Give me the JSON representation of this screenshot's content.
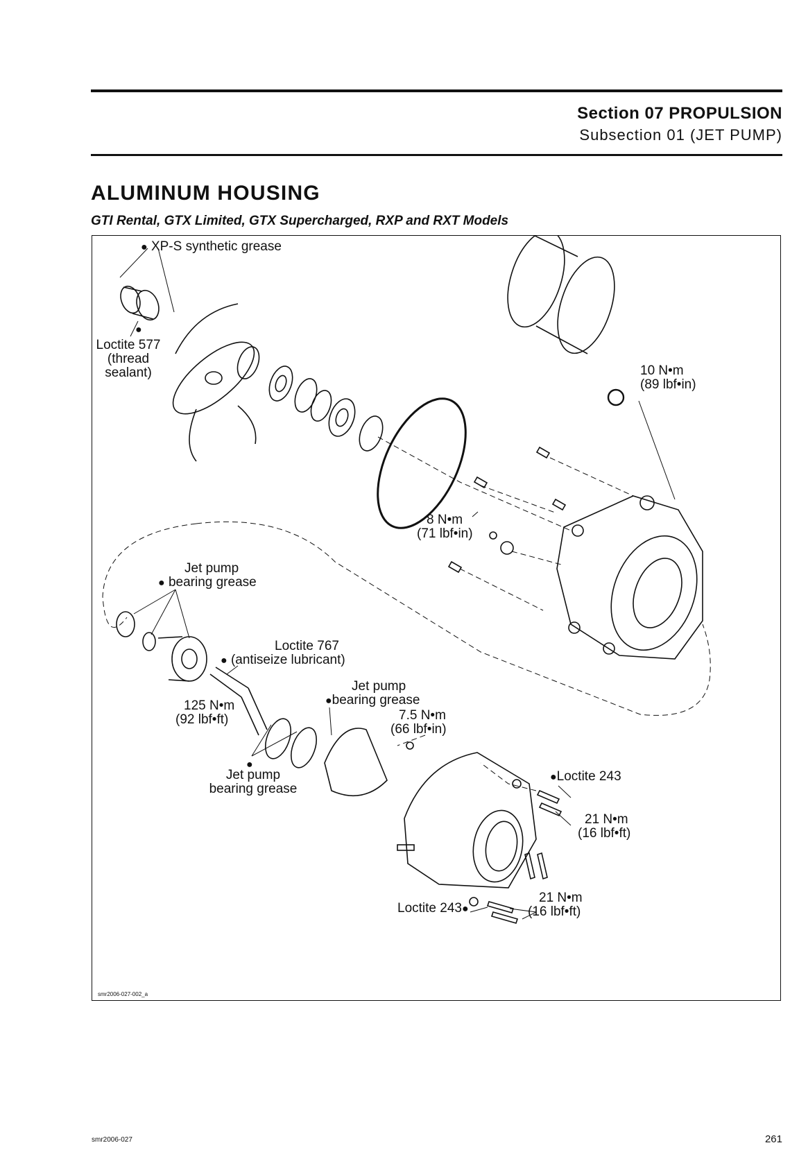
{
  "header": {
    "section": "Section 07 PROPULSION",
    "subsection": "Subsection 01 (JET PUMP)"
  },
  "page_title": "ALUMINUM HOUSING",
  "models_line": "GTI Rental, GTX Limited, GTX Supercharged, RXP and RXT Models",
  "figure": {
    "figure_id": "smr2006-027-002_a",
    "labels": {
      "xps_grease": "XP-S synthetic grease",
      "loctite577_l1": "Loctite 577",
      "loctite577_l2": "(thread",
      "loctite577_l3": "sealant)",
      "torque10_l1": "10 N•m",
      "torque10_l2": "(89 lbf•in)",
      "torque8_l1": "8 N•m",
      "torque8_l2": "(71 lbf•in)",
      "jet_grease_a_l1": "Jet pump",
      "jet_grease_a_l2": "bearing grease",
      "loctite767_l1": "Loctite 767",
      "loctite767_l2": "(antiseize lubricant)",
      "jet_grease_b_l1": "Jet pump",
      "jet_grease_b_l2": "bearing grease",
      "torque75_l1": "7.5 N•m",
      "torque75_l2": "(66 lbf•in)",
      "torque125_l1": "125 N•m",
      "torque125_l2": "(92 lbf•ft)",
      "jet_grease_c_l1": "Jet pump",
      "jet_grease_c_l2": "bearing grease",
      "loctite243_a": "Loctite 243",
      "torque21a_l1": "21 N•m",
      "torque21a_l2": "(16 lbf•ft)",
      "loctite243_b": "Loctite 243",
      "torque21b_l1": "21 N•m",
      "torque21b_l2": "(16 lbf•ft)"
    }
  },
  "footer": {
    "doc_code": "smr2006-027",
    "page_number": "261"
  },
  "icons": {
    "drop": "drop-icon"
  }
}
